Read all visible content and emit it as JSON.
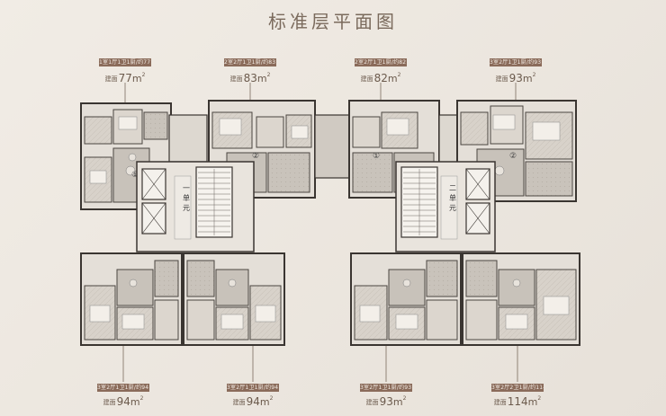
{
  "title": "标准层平面图",
  "area_label": "建面",
  "area_unit": "m",
  "area_unit_sup": "2",
  "units": [
    {
      "area": "77",
      "tag": "1室1厅1卫1厨/约77㎡"
    },
    {
      "area": "83",
      "tag": "2室2厅1卫1厨/约83㎡"
    },
    {
      "area": "82",
      "tag": "2室2厅1卫1厨/约82㎡"
    },
    {
      "area": "93",
      "tag": "3室2厅1卫1厨/约93㎡"
    },
    {
      "area": "94",
      "tag": "3室2厅1卫1厨/约94㎡"
    },
    {
      "area": "94",
      "tag": "3室2厅1卫1厨/约94㎡"
    },
    {
      "area": "93",
      "tag": "3室2厅1卫1厨/约93㎡"
    },
    {
      "area": "114",
      "tag": "3室2厅2卫1厨/约114㎡"
    }
  ],
  "stair_labels": {
    "unit1": "一单元",
    "unit2": "二单元"
  }
}
